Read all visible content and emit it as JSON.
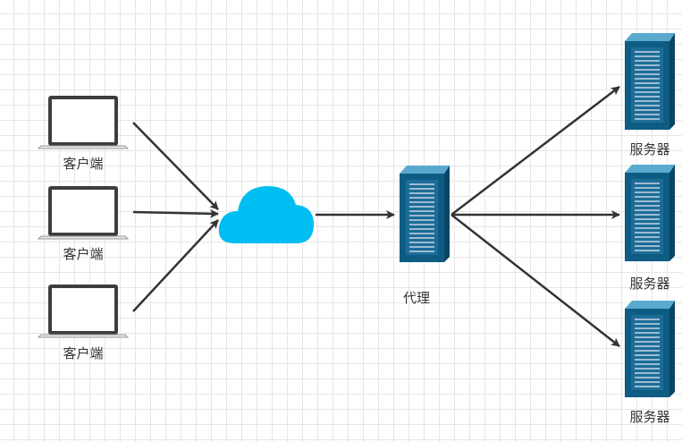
{
  "diagram": {
    "clients": [
      {
        "label": "客户端"
      },
      {
        "label": "客户端"
      },
      {
        "label": "客户端"
      }
    ],
    "proxy": {
      "label": "代理"
    },
    "servers": [
      {
        "label": "服务器"
      },
      {
        "label": "服务器"
      },
      {
        "label": "服务器"
      }
    ],
    "colors": {
      "cloud": "#00bef2",
      "server_face": "#0e5c83",
      "server_top": "#5aa9cf",
      "arrow": "#333333",
      "laptop": "#3d3d3d"
    }
  }
}
